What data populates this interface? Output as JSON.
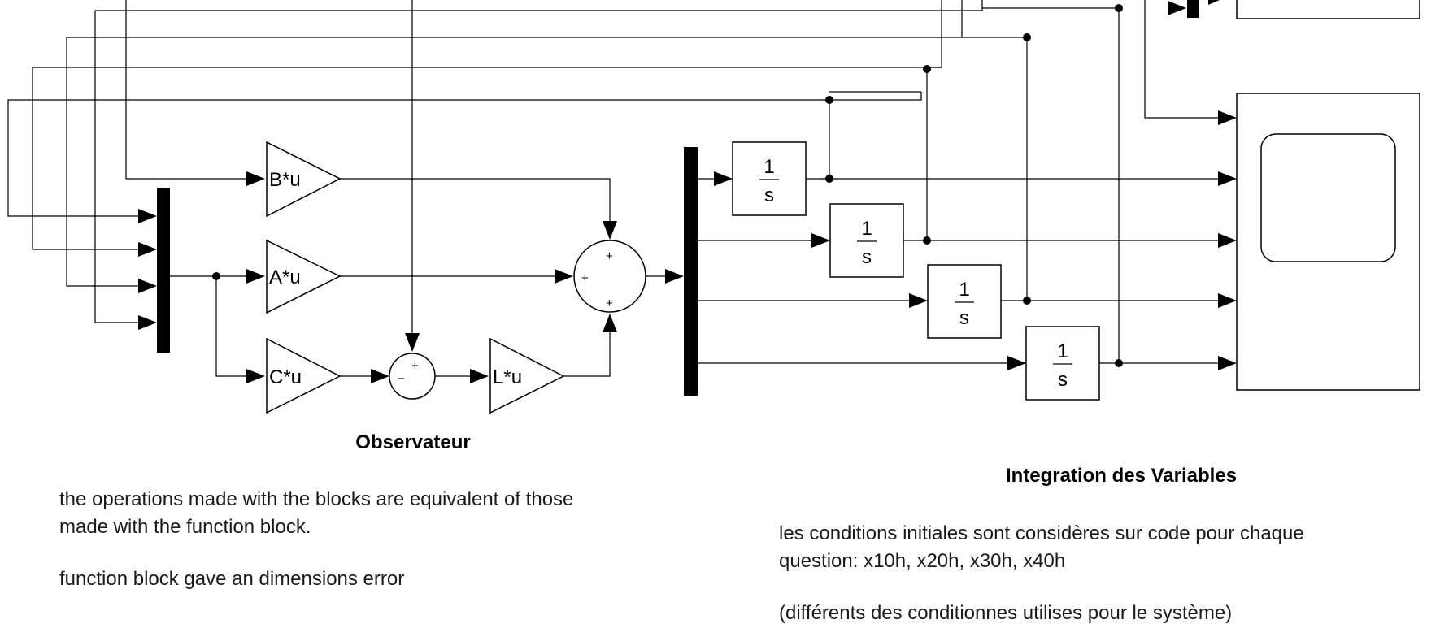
{
  "gain_blocks": {
    "b": "B*u",
    "a": "A*u",
    "c": "C*u",
    "l": "L*u"
  },
  "sum_signs": {
    "top": "+",
    "left": "+",
    "bottom": "+"
  },
  "subtract_signs": {
    "minus": "−",
    "plus": "+"
  },
  "integrators": [
    {
      "num": "1",
      "den": "s"
    },
    {
      "num": "1",
      "den": "s"
    },
    {
      "num": "1",
      "den": "s"
    },
    {
      "num": "1",
      "den": "s"
    }
  ],
  "labels": {
    "observer": "Observateur",
    "integration": "Integration des Variables"
  },
  "notes": {
    "left": {
      "line1": "the operations made with the blocks are equivalent of those",
      "line2": "made with the function block.",
      "line3": "function block gave an dimensions error"
    },
    "right": {
      "line1": "les conditions initiales sont considères sur code pour chaque",
      "line2": "question: x10h, x20h, x30h, x40h",
      "line3": "(différents des conditionnes utilises pour le système)"
    }
  }
}
